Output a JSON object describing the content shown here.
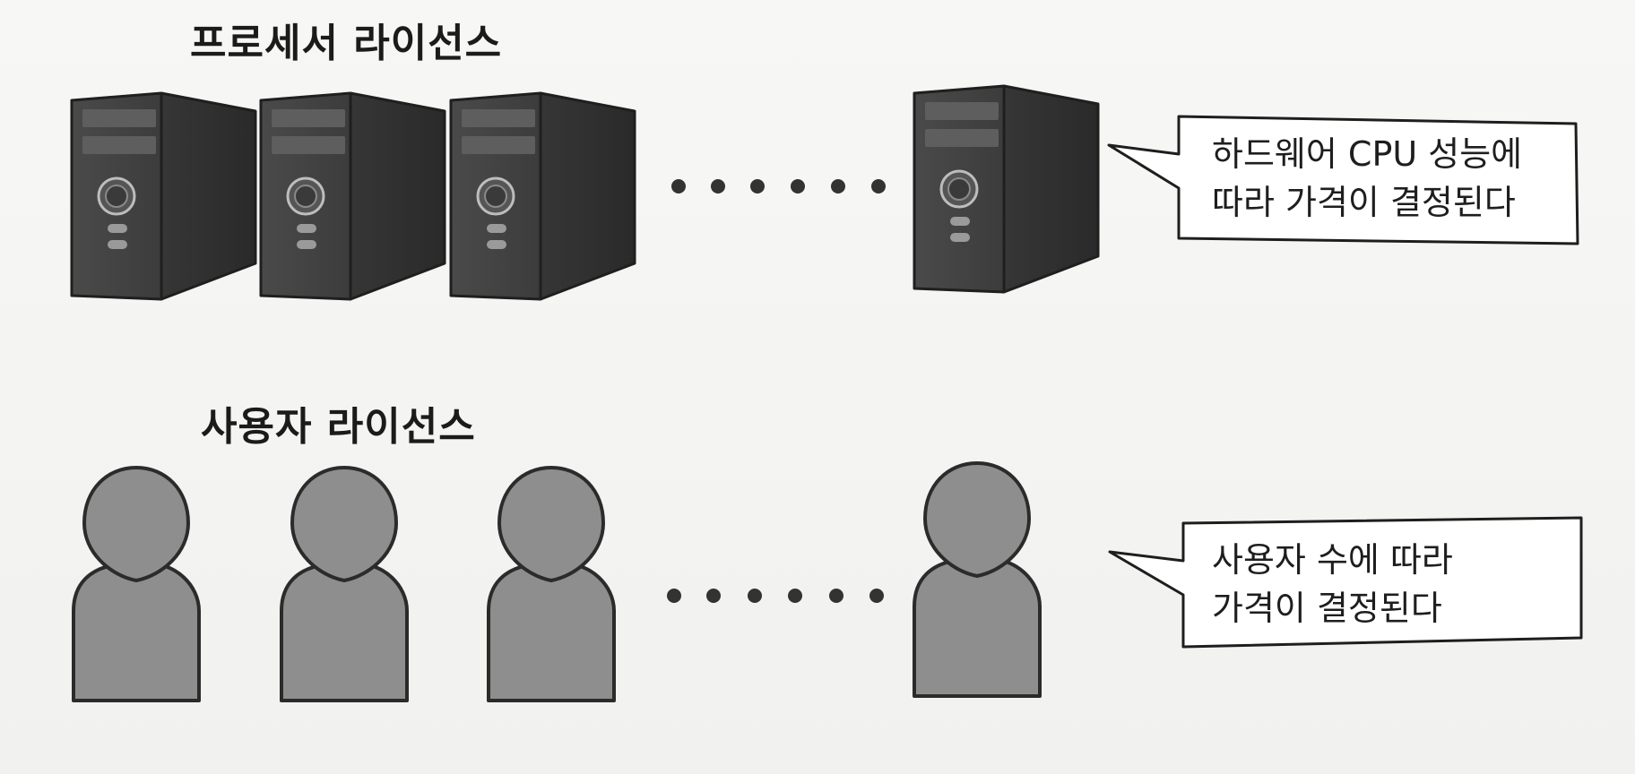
{
  "processor_license": {
    "title": "프로세서 라이선스",
    "note_line1": "하드웨어  CPU 성능에",
    "note_line2": "따라 가격이 결정된다",
    "icon": "server-tower-icon"
  },
  "user_license": {
    "title": "사용자 라이선스",
    "note_line1": "사용자 수에 따라",
    "note_line2": "가격이 결정된다",
    "icon": "person-silhouette-icon"
  },
  "colors": {
    "server_front": "#444444",
    "server_side": "#2f2f2f",
    "person_fill": "#8e8e8e",
    "outline": "#2b2b2b"
  }
}
